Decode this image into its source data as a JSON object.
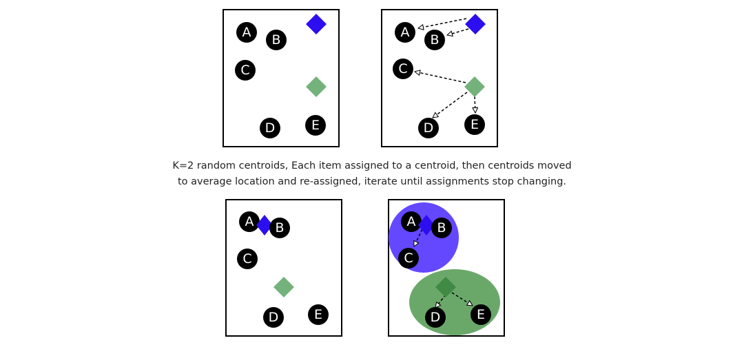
{
  "caption": {
    "line1": "K=2 random centroids, Each item assigned to a centroid, then centroids moved",
    "line2": "to average location and re-assigned, iterate until assignments stop changing."
  },
  "colors": {
    "item_fill": "#000000",
    "item_text": "#ffffff",
    "centroid_blue": "#2d0ef0",
    "centroid_green": "#74b27c",
    "centroid_green_dark": "#3f8a45",
    "cluster_blue": "#6448ff",
    "cluster_green": "#6aa86a",
    "frame": "#000000"
  },
  "panels": {
    "p1": {
      "items": [
        "A",
        "B",
        "C",
        "D",
        "E"
      ]
    },
    "p2": {
      "items": [
        "A",
        "B",
        "C",
        "D",
        "E"
      ]
    },
    "p3": {
      "items": [
        "A",
        "B",
        "C",
        "D",
        "E"
      ]
    },
    "p4": {
      "items": [
        "A",
        "B",
        "C",
        "D",
        "E"
      ]
    }
  }
}
